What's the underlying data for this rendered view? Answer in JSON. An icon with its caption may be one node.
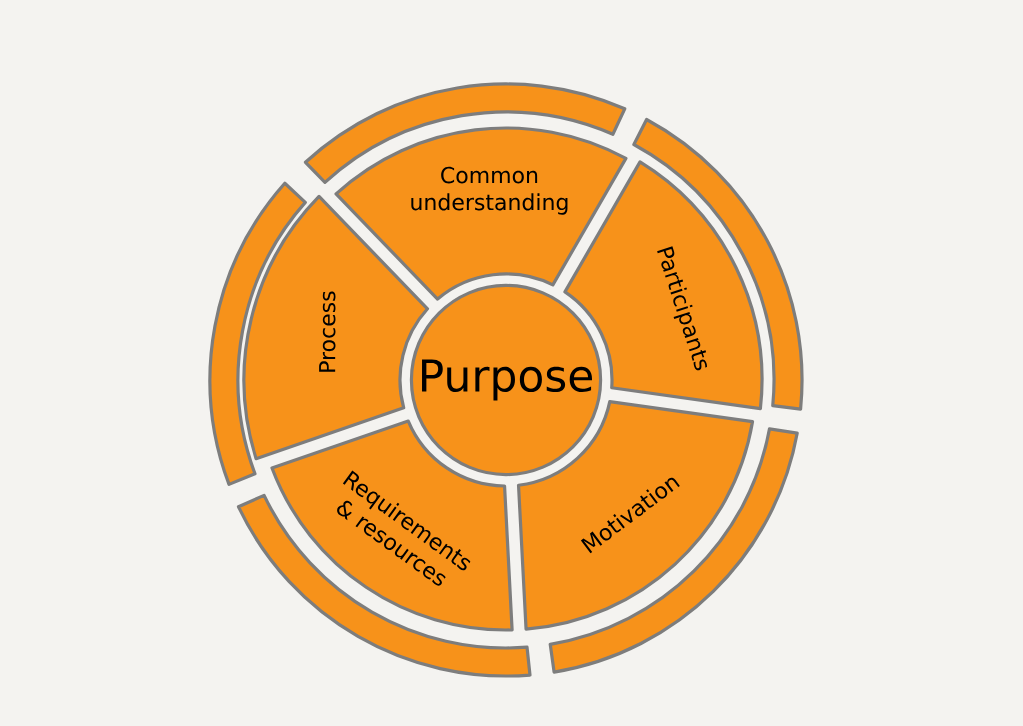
{
  "diagram": {
    "nodes": [
      {
        "text": [
          "Purpose"
        ]
      },
      {
        "text": [
          "Common understanding"
        ]
      },
      {
        "text": [
          "Participants"
        ]
      },
      {
        "text": [
          "Motivation"
        ]
      },
      {
        "text": [
          "Requirements & resources"
        ]
      },
      {
        "text": [
          "Process"
        ]
      },
      {
        "text": [],
        "shape": "arc"
      },
      {
        "text": [],
        "shape": "arc"
      },
      {
        "text": [],
        "shape": "arc"
      },
      {
        "text": [],
        "shape": "arc"
      },
      {
        "text": [],
        "shape": "arc"
      }
    ]
  }
}
